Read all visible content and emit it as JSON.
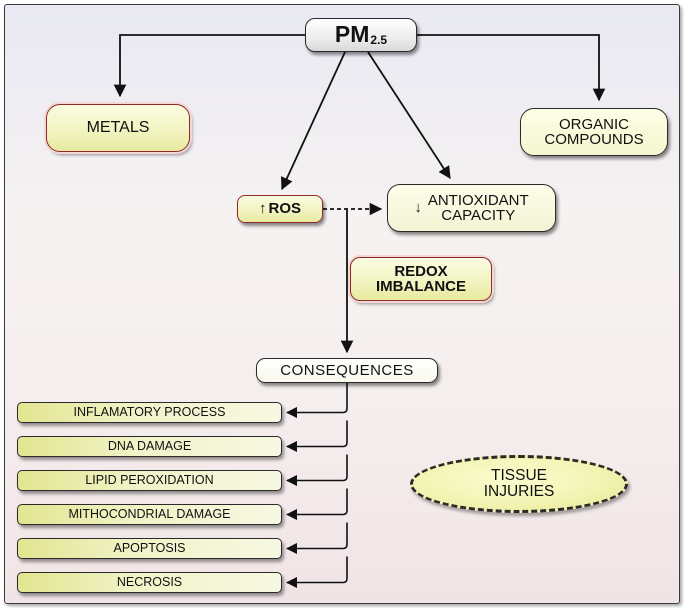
{
  "nodes": {
    "pm": {
      "label": "PM",
      "subscript": "2.5"
    },
    "metals": "METALS",
    "organic": [
      "ORGANIC",
      "COMPOUNDS"
    ],
    "ros": {
      "arrow": "↑",
      "label": "ROS"
    },
    "antioxidant": {
      "arrow": "↓",
      "lines": [
        "ANTIOXIDANT",
        "CAPACITY"
      ]
    },
    "redox": [
      "REDOX",
      "IMBALANCE"
    ],
    "consequences": "CONSEQUENCES",
    "tissue": [
      "TISSUE",
      "INJURIES"
    ]
  },
  "consequence_items": [
    "INFLAMATORY PROCESS",
    "DNA DAMAGE",
    "LIPID PEROXIDATION",
    "MITHOCONDRIAL DAMAGE",
    "APOPTOSIS",
    "NECROSIS"
  ],
  "colors": {
    "node_fill": "#f2f4c2",
    "node_border": "#2a2a2a",
    "accent_border": "#8b2a2a",
    "arrow": "#111111"
  }
}
